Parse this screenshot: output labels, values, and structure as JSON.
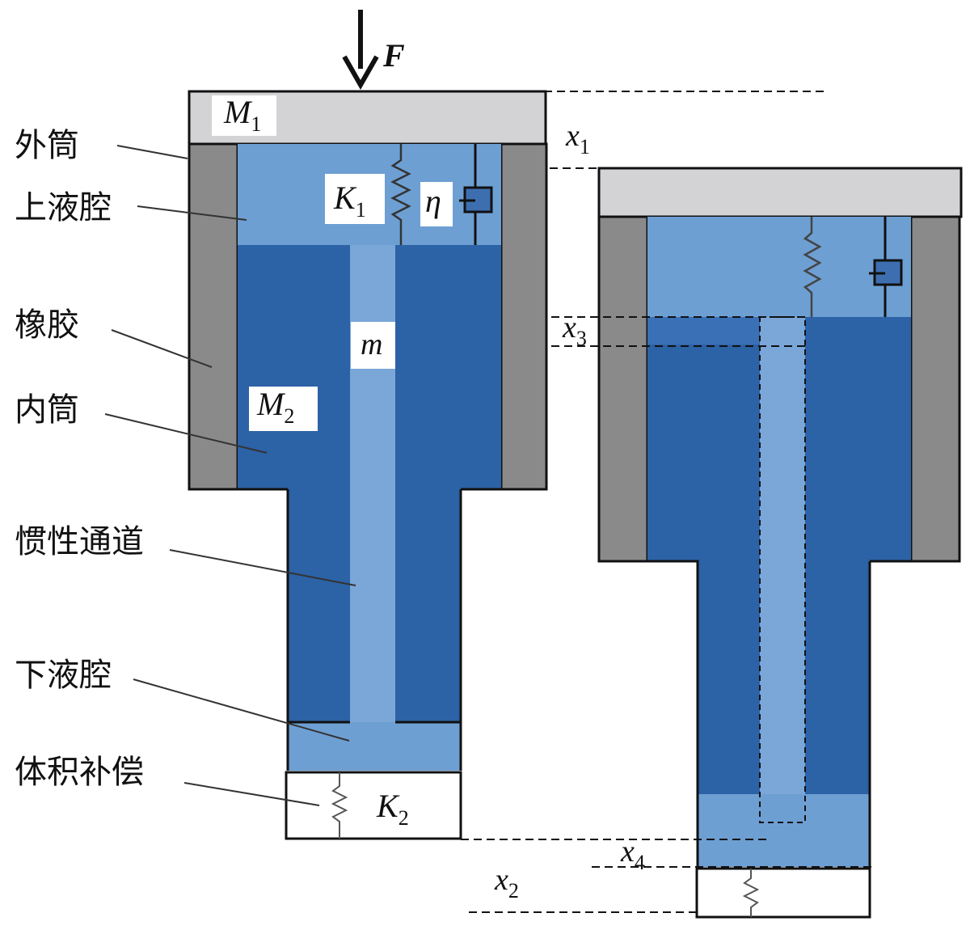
{
  "force": {
    "symbol": "F"
  },
  "labels": {
    "outer_tube": "外筒",
    "upper_chamber": "上液腔",
    "rubber": "橡胶",
    "inner_tube": "内筒",
    "inertia_channel": "惯性通道",
    "lower_chamber": "下液腔",
    "volume_compensation": "体积补偿"
  },
  "symbols": {
    "M1": {
      "base": "M",
      "sub": "1"
    },
    "M2": {
      "base": "M",
      "sub": "2"
    },
    "K1": {
      "base": "K",
      "sub": "1"
    },
    "K2": {
      "base": "K",
      "sub": "2"
    },
    "eta": "η",
    "m": "m",
    "x1": {
      "base": "x",
      "sub": "1"
    },
    "x2": {
      "base": "x",
      "sub": "2"
    },
    "x3": {
      "base": "x",
      "sub": "3"
    },
    "x4": {
      "base": "x",
      "sub": "4"
    }
  },
  "colors": {
    "dark_liquid": "#2c62a6",
    "light_liquid": "#6d9fd3",
    "channel_liquid": "#7aa6d8",
    "rubber_gray": "#8a8a8a",
    "top_plate": "#d3d3d6",
    "outline": "#111111"
  }
}
